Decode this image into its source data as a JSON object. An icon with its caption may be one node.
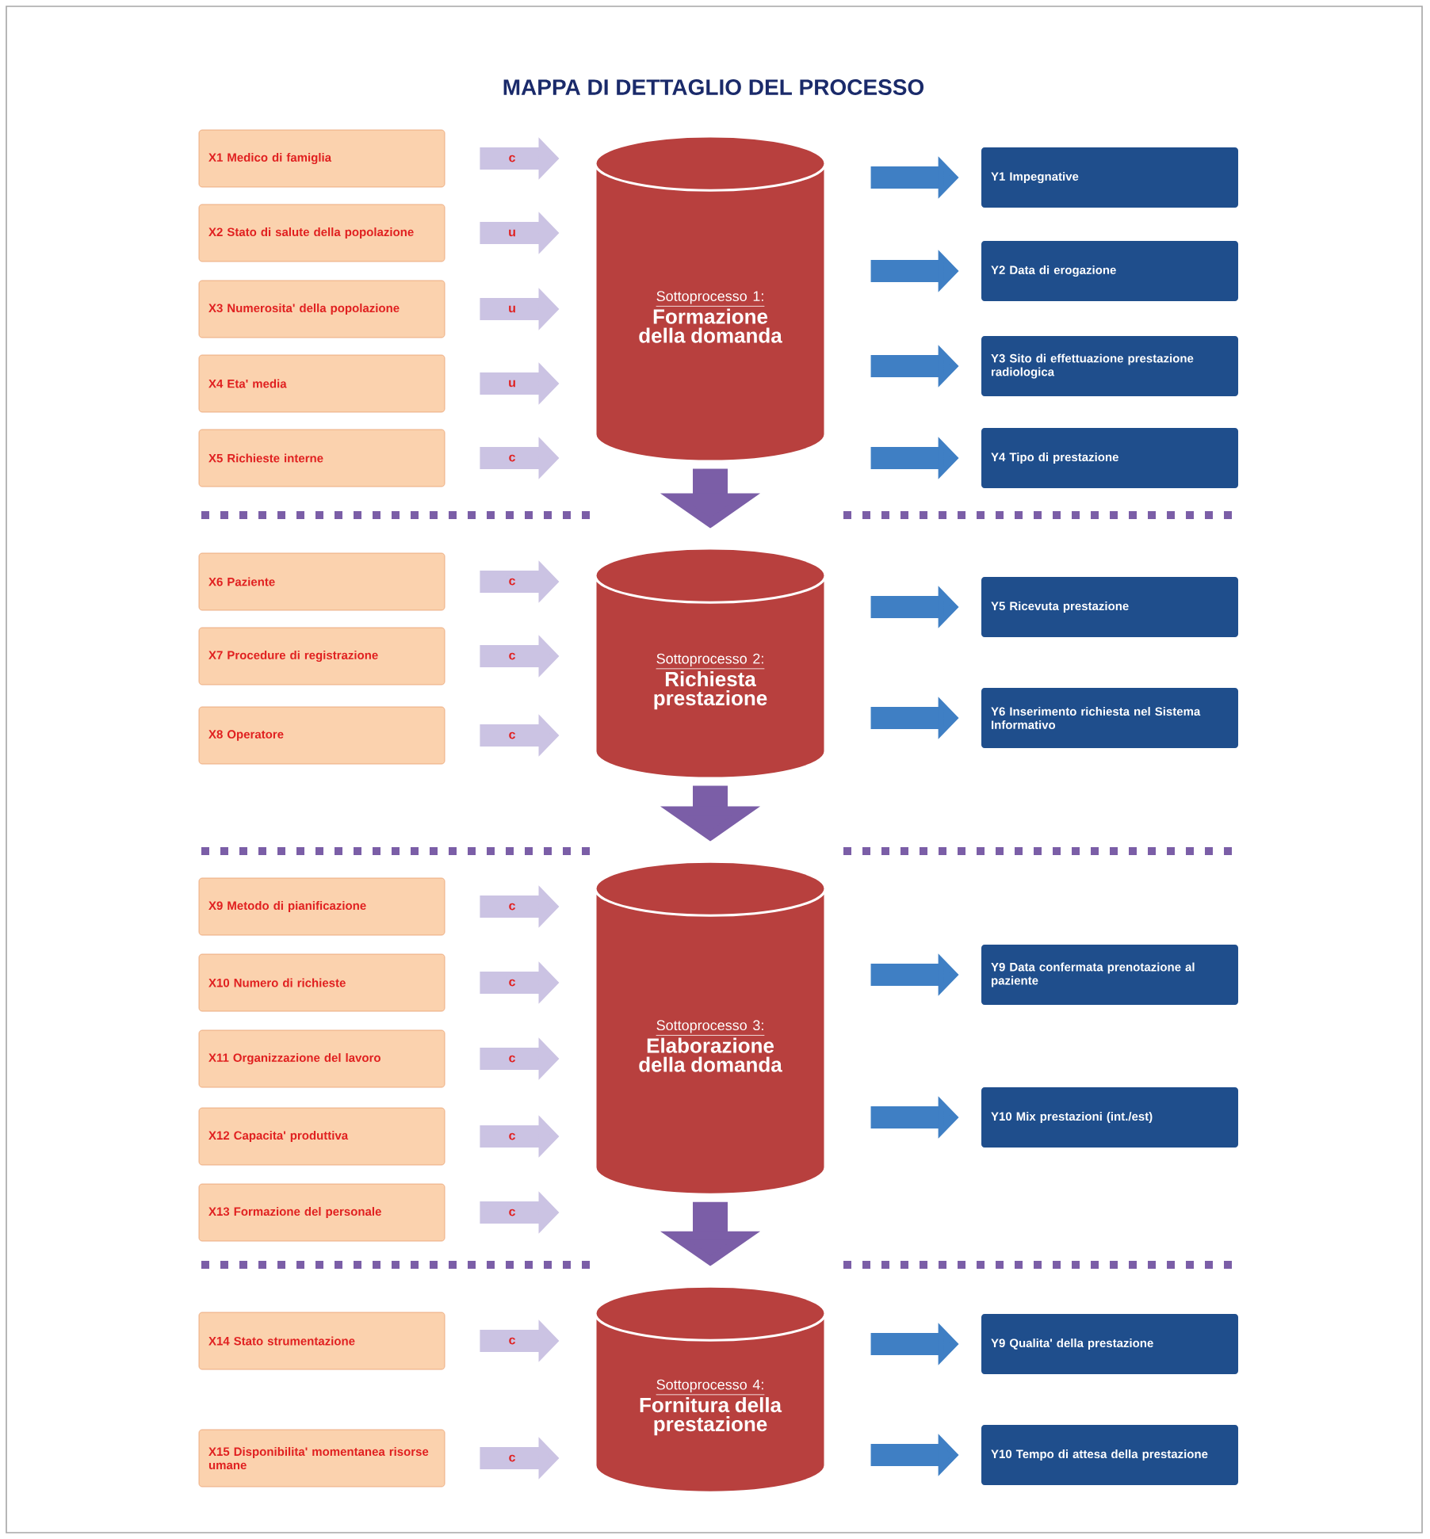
{
  "diagram": {
    "title": "MAPPA DI DETTAGLIO DEL PROCESSO",
    "nodes": [
      {
        "text": [
          "X1 Medico di famiglia"
        ]
      },
      {
        "text": [
          "X2 Stato di salute della popolazione"
        ]
      },
      {
        "text": [
          "X3 Numerosita' della popolazione"
        ]
      },
      {
        "text": [
          "X4 Eta' media"
        ]
      },
      {
        "text": [
          "X5 Richieste interne"
        ]
      },
      {
        "text": [
          "Sottoprocesso 1:",
          "Formazione della domanda"
        ]
      },
      {
        "text": [
          "Y1 Impegnative"
        ]
      },
      {
        "text": [
          "Y2 Data di erogazione"
        ]
      },
      {
        "text": [
          "Y3 Sito di effettuazione prestazione radiologica"
        ]
      },
      {
        "text": [
          "Y4 Tipo di prestazione"
        ]
      },
      {
        "text": [
          "X6 Paziente"
        ]
      },
      {
        "text": [
          "X7 Procedure di registrazione"
        ]
      },
      {
        "text": [
          "X8 Operatore"
        ]
      },
      {
        "text": [
          "Sottoprocesso 2:",
          "Richiesta prestazione"
        ]
      },
      {
        "text": [
          "Y5 Ricevuta prestazione"
        ]
      },
      {
        "text": [
          "Y6 Inserimento richiesta nel Sistema Informativo"
        ]
      },
      {
        "text": [
          "X9 Metodo di pianificazione"
        ]
      },
      {
        "text": [
          "X10 Numero di richieste"
        ]
      },
      {
        "text": [
          "X11 Organizzazione del lavoro"
        ]
      },
      {
        "text": [
          "X12 Capacita' produttiva"
        ]
      },
      {
        "text": [
          "X13 Formazione del personale"
        ]
      },
      {
        "text": [
          "Sottoprocesso 3:",
          "Elaborazione della domanda"
        ]
      },
      {
        "text": [
          "Y9 Data confermata prenotazione al paziente"
        ]
      },
      {
        "text": [
          "Y10 Mix prestazioni (int./est)"
        ]
      },
      {
        "text": [
          "X14 Stato strumentazione"
        ]
      },
      {
        "text": [
          "X15 Disponibilita' momentanea risorse umane"
        ]
      },
      {
        "text": [
          "Sottoprocesso 4:",
          "Fornitura della prestazione"
        ]
      },
      {
        "text": [
          "Y9 Qualita' della prestazione"
        ]
      },
      {
        "text": [
          "Y10 Tempo di attesa della prestazione"
        ]
      }
    ],
    "edges": [
      {
        "from": 0,
        "to": 5,
        "arrow": "to",
        "label": "c"
      },
      {
        "from": 1,
        "to": 5,
        "arrow": "to",
        "label": "u"
      },
      {
        "from": 2,
        "to": 5,
        "arrow": "to",
        "label": "u"
      },
      {
        "from": 3,
        "to": 5,
        "arrow": "to",
        "label": "u"
      },
      {
        "from": 4,
        "to": 5,
        "arrow": "to",
        "label": "c"
      },
      {
        "from": 5,
        "to": 6,
        "arrow": "to",
        "color": "#3f7fc4"
      },
      {
        "from": 5,
        "to": 7,
        "arrow": "to",
        "color": "#3f7fc4"
      },
      {
        "from": 5,
        "to": 8,
        "arrow": "to",
        "color": "#3f7fc4"
      },
      {
        "from": 5,
        "to": 9,
        "arrow": "to",
        "color": "#3f7fc4"
      },
      {
        "from": 5,
        "to": 13,
        "arrow": "to",
        "color": "#7b5ea7"
      },
      {
        "from": 10,
        "to": 13,
        "arrow": "to",
        "label": "c"
      },
      {
        "from": 11,
        "to": 13,
        "arrow": "to",
        "label": "c"
      },
      {
        "from": 12,
        "to": 13,
        "arrow": "to",
        "label": "c"
      },
      {
        "from": 13,
        "to": 14,
        "arrow": "to",
        "color": "#3f7fc4"
      },
      {
        "from": 13,
        "to": 15,
        "arrow": "to",
        "color": "#3f7fc4"
      },
      {
        "from": 13,
        "to": 21,
        "arrow": "to",
        "color": "#7b5ea7"
      },
      {
        "from": 16,
        "to": 21,
        "arrow": "to",
        "label": "c"
      },
      {
        "from": 17,
        "to": 21,
        "arrow": "to",
        "label": "c"
      },
      {
        "from": 18,
        "to": 21,
        "arrow": "to",
        "label": "c"
      },
      {
        "from": 19,
        "to": 21,
        "arrow": "to",
        "label": "c"
      },
      {
        "from": 20,
        "to": 21,
        "arrow": "to",
        "label": "c"
      },
      {
        "from": 21,
        "to": 22,
        "arrow": "to",
        "color": "#3f7fc4"
      },
      {
        "from": 21,
        "to": 23,
        "arrow": "to",
        "color": "#3f7fc4"
      },
      {
        "from": 21,
        "to": 26,
        "arrow": "to",
        "color": "#7b5ea7"
      },
      {
        "from": 24,
        "to": 26,
        "arrow": "to",
        "label": "c"
      },
      {
        "from": 25,
        "to": 26,
        "arrow": "to",
        "label": "c"
      },
      {
        "from": 26,
        "to": 27,
        "arrow": "to",
        "color": "#3f7fc4"
      },
      {
        "from": 26,
        "to": 28,
        "arrow": "to",
        "color": "#3f7fc4"
      }
    ]
  }
}
